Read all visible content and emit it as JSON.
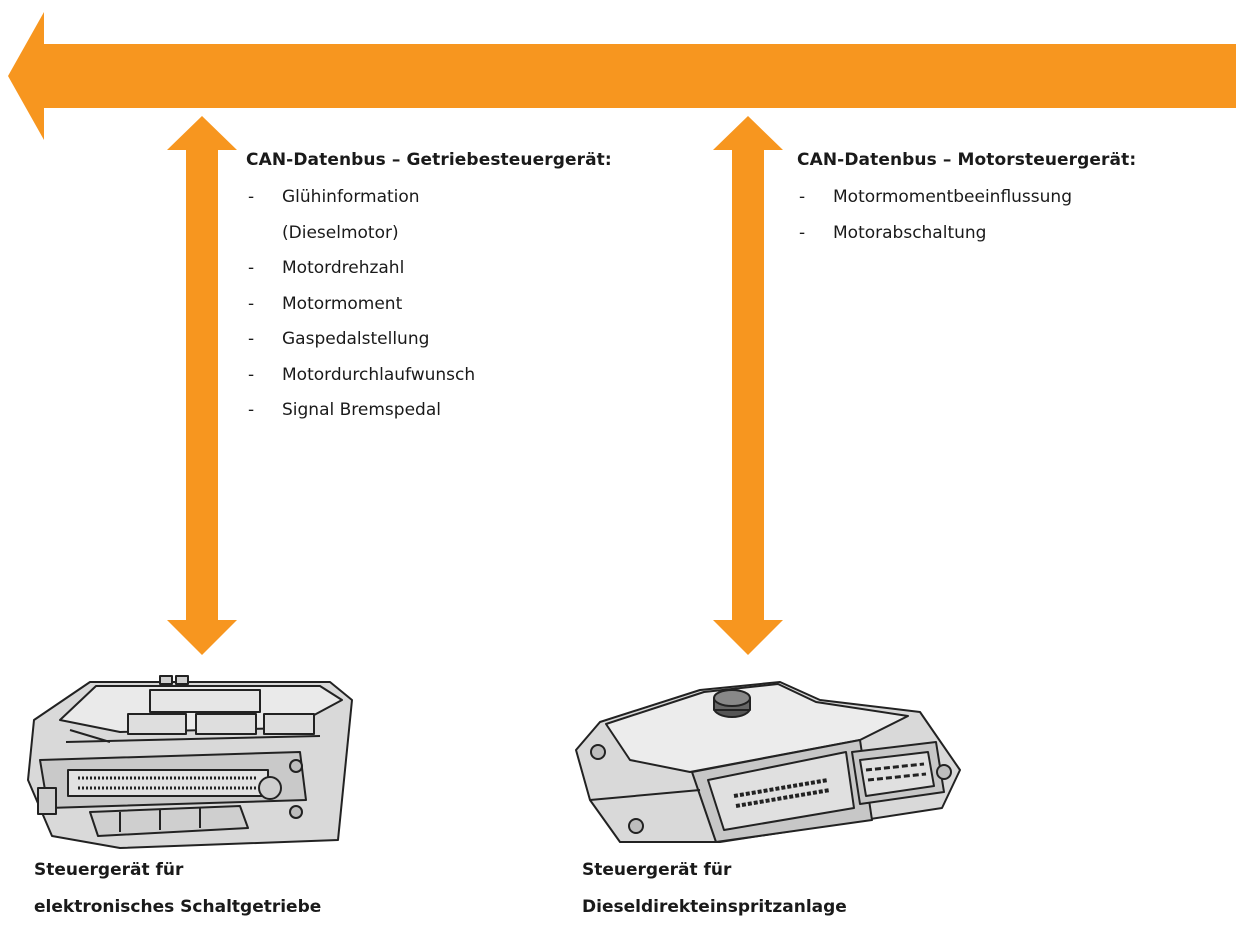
{
  "colors": {
    "arrow": "#f7961f",
    "ecu_body": "#d9d9d9",
    "ecu_line": "#222222"
  },
  "left_block": {
    "heading": "CAN-Datenbus – Getriebesteuergerät:",
    "items": [
      {
        "line1": "Glühinformation",
        "line2": "(Dieselmotor)"
      },
      {
        "line1": "Motordrehzahl"
      },
      {
        "line1": "Motormoment"
      },
      {
        "line1": "Gaspedalstellung"
      },
      {
        "line1": "Motordurchlaufwunsch"
      },
      {
        "line1": "Signal Bremspedal"
      }
    ]
  },
  "right_block": {
    "heading": "CAN-Datenbus – Motorsteuergerät:",
    "items": [
      {
        "line1": "Motormomentbeeinflussung"
      },
      {
        "line1": "Motorabschaltung"
      }
    ]
  },
  "captions": {
    "left": {
      "line1": "Steuergerät für",
      "line2": "elektronisches Schaltgetriebe"
    },
    "right": {
      "line1": "Steuergerät für",
      "line2": "Dieseldirekteinspritzanlage"
    }
  },
  "dash": "-"
}
